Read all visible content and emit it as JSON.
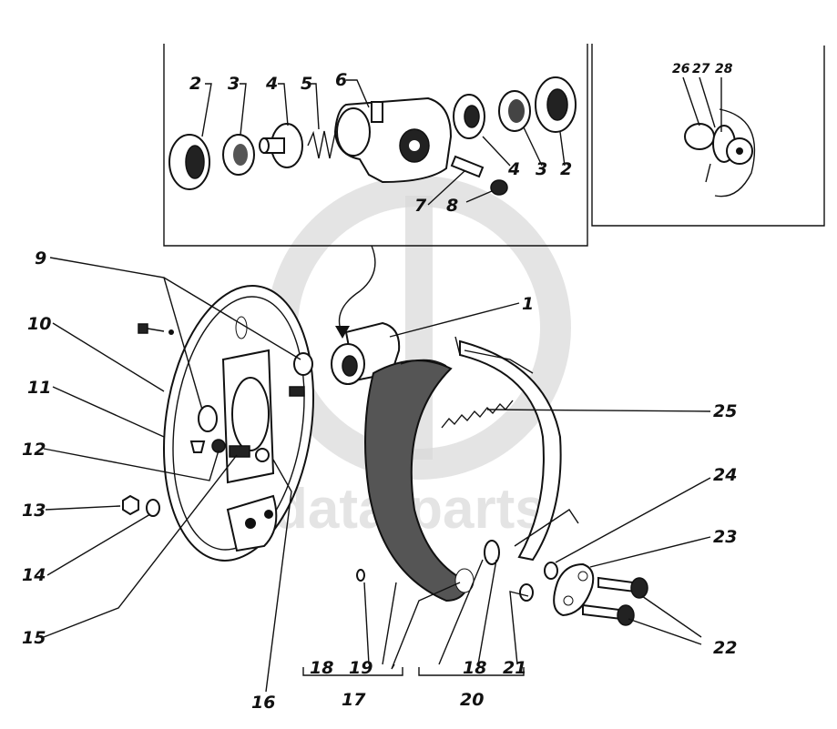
{
  "watermark": {
    "text": "data-parts",
    "logo_text": "GD"
  },
  "labels": [
    {
      "id": "2a",
      "text": "2"
    },
    {
      "id": "3a",
      "text": "3"
    },
    {
      "id": "4a",
      "text": "4"
    },
    {
      "id": "5",
      "text": "5"
    },
    {
      "id": "6",
      "text": "6"
    },
    {
      "id": "4b",
      "text": "4"
    },
    {
      "id": "3b",
      "text": "3"
    },
    {
      "id": "2b",
      "text": "2"
    },
    {
      "id": "7",
      "text": "7"
    },
    {
      "id": "8",
      "text": "8"
    },
    {
      "id": "26",
      "text": "26"
    },
    {
      "id": "27",
      "text": "27"
    },
    {
      "id": "28",
      "text": "28"
    },
    {
      "id": "1",
      "text": "1"
    },
    {
      "id": "9",
      "text": "9"
    },
    {
      "id": "10",
      "text": "10"
    },
    {
      "id": "11",
      "text": "11"
    },
    {
      "id": "12",
      "text": "12"
    },
    {
      "id": "13",
      "text": "13"
    },
    {
      "id": "14",
      "text": "14"
    },
    {
      "id": "15",
      "text": "15"
    },
    {
      "id": "16",
      "text": "16"
    },
    {
      "id": "25",
      "text": "25"
    },
    {
      "id": "24",
      "text": "24"
    },
    {
      "id": "23",
      "text": "23"
    },
    {
      "id": "22",
      "text": "22"
    },
    {
      "id": "18a",
      "text": "18"
    },
    {
      "id": "19",
      "text": "19"
    },
    {
      "id": "17",
      "text": "17"
    },
    {
      "id": "18b",
      "text": "18"
    },
    {
      "id": "21",
      "text": "21"
    },
    {
      "id": "20",
      "text": "20"
    }
  ]
}
